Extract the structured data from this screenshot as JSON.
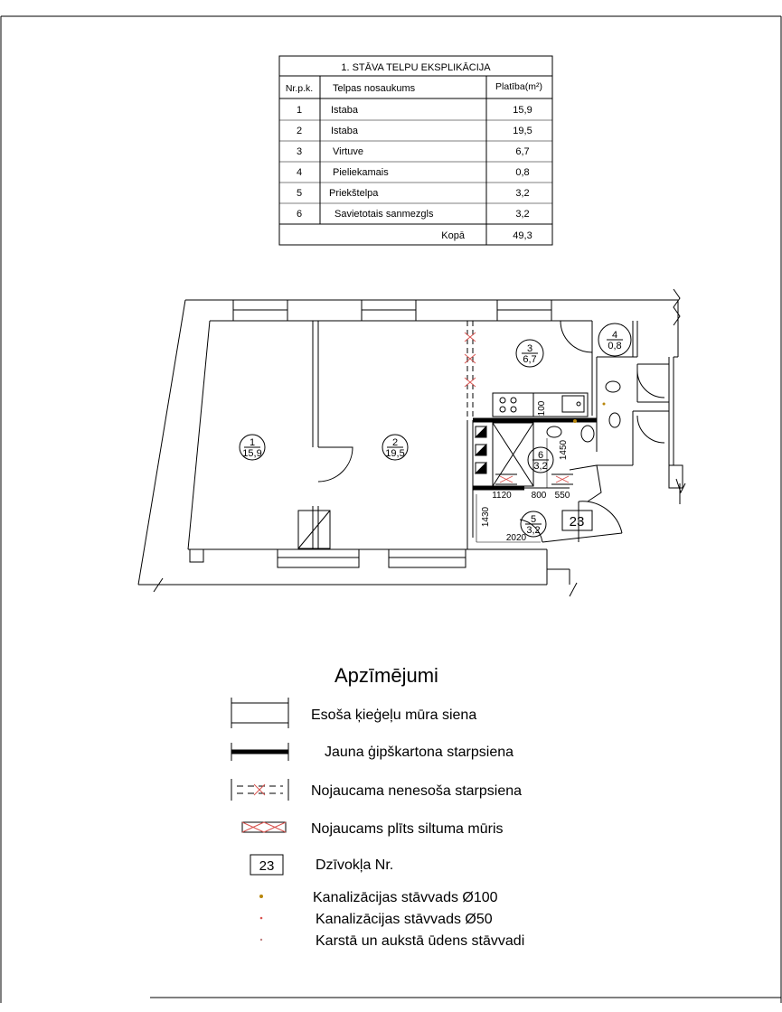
{
  "table": {
    "title": "1. STĀVA TELPU EKSPLIKĀCIJA",
    "headers": [
      "Nr.p.k.",
      "Telpas nosaukums",
      "Platība(m²)"
    ],
    "rows": [
      [
        "1",
        "Istaba",
        "15,9"
      ],
      [
        "2",
        "Istaba",
        "19,5"
      ],
      [
        "3",
        "Virtuve",
        "6,7"
      ],
      [
        "4",
        "Pieliekamais",
        "0,8"
      ],
      [
        "5",
        "Priekštelpa",
        "3,2"
      ],
      [
        "6",
        "Savietotais sanmezgls",
        "3,2"
      ]
    ],
    "total_label": "Kopā",
    "total_value": "49,3"
  },
  "plan": {
    "rooms": [
      {
        "num": "1",
        "area": "15,9"
      },
      {
        "num": "2",
        "area": "19,5"
      },
      {
        "num": "3",
        "area": "6,7"
      },
      {
        "num": "4",
        "area": "0,8"
      },
      {
        "num": "5",
        "area": "3,2"
      },
      {
        "num": "6",
        "area": "3,2"
      }
    ],
    "dimensions": [
      "100",
      "1450",
      "1120",
      "800",
      "550",
      "1430",
      "2020"
    ],
    "apartment_no": "23"
  },
  "legend": {
    "title": "Apzīmējumi",
    "items": [
      "Esoša ķieģeļu mūra siena",
      "Jauna ģipškartona starpsiena",
      "Nojaucama nenesoša starpsiena",
      "Nojaucams plīts siltuma mūris",
      "Dzīvokļa Nr.",
      "Kanalizācijas stāvvads Ø100",
      "Kanalizācijas stāvvads Ø50",
      "Karstā un aukstā ūdens stāvvadi"
    ],
    "apartment_symbol": "23"
  },
  "colors": {
    "line": "#000000",
    "demolish": "#d9534f",
    "riser": "#b8860b"
  }
}
